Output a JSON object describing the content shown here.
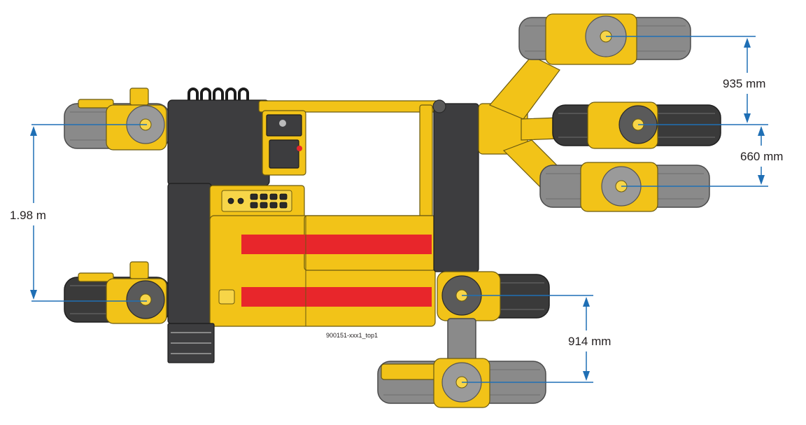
{
  "figure_code": "900151-xxx1_top1",
  "dimensions": {
    "length_overall": "1.98 m",
    "upper_spacing": "935 mm",
    "middle_spacing": "660 mm",
    "lower_spacing": "914 mm"
  },
  "colors": {
    "machine_yellow": "#f2c318",
    "stripe_red": "#e8262b",
    "dimension_blue": "#1f6fb5",
    "tire_grey": "#8a8a8a",
    "body_dark": "#3d3d3f"
  }
}
